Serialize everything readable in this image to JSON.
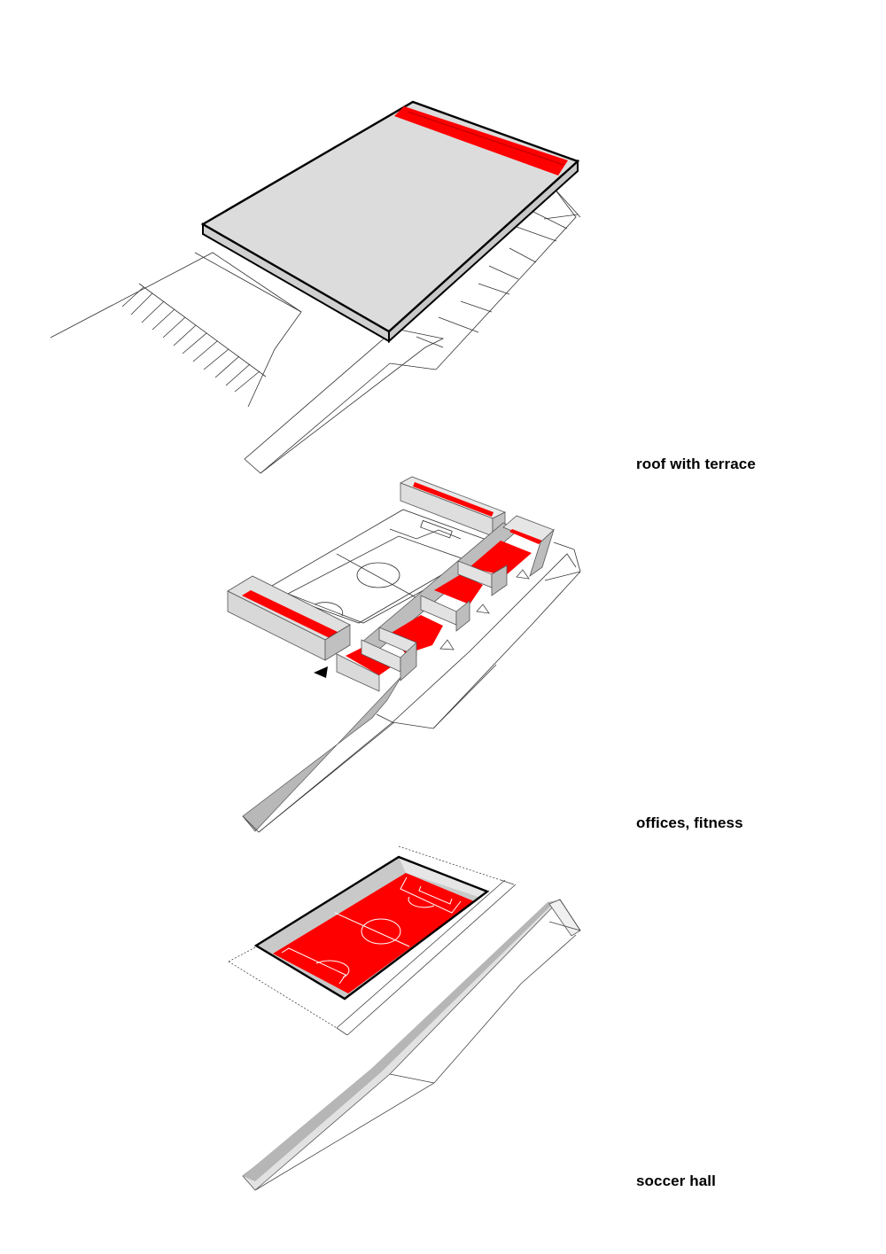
{
  "diagram": {
    "type": "exploded axonometric",
    "colors": {
      "highlight": "#ff0000",
      "slab": "#dcdcdc",
      "wall_light": "#e4e4e4",
      "wall_dark": "#bdbdbd",
      "line": "#000000",
      "background": "#ffffff"
    },
    "layers": [
      {
        "id": "roof",
        "label": "roof with terrace"
      },
      {
        "id": "offices",
        "label": "offices, fitness"
      },
      {
        "id": "hall",
        "label": "soccer hall"
      }
    ],
    "entrance_marker": "black triangle arrow"
  }
}
